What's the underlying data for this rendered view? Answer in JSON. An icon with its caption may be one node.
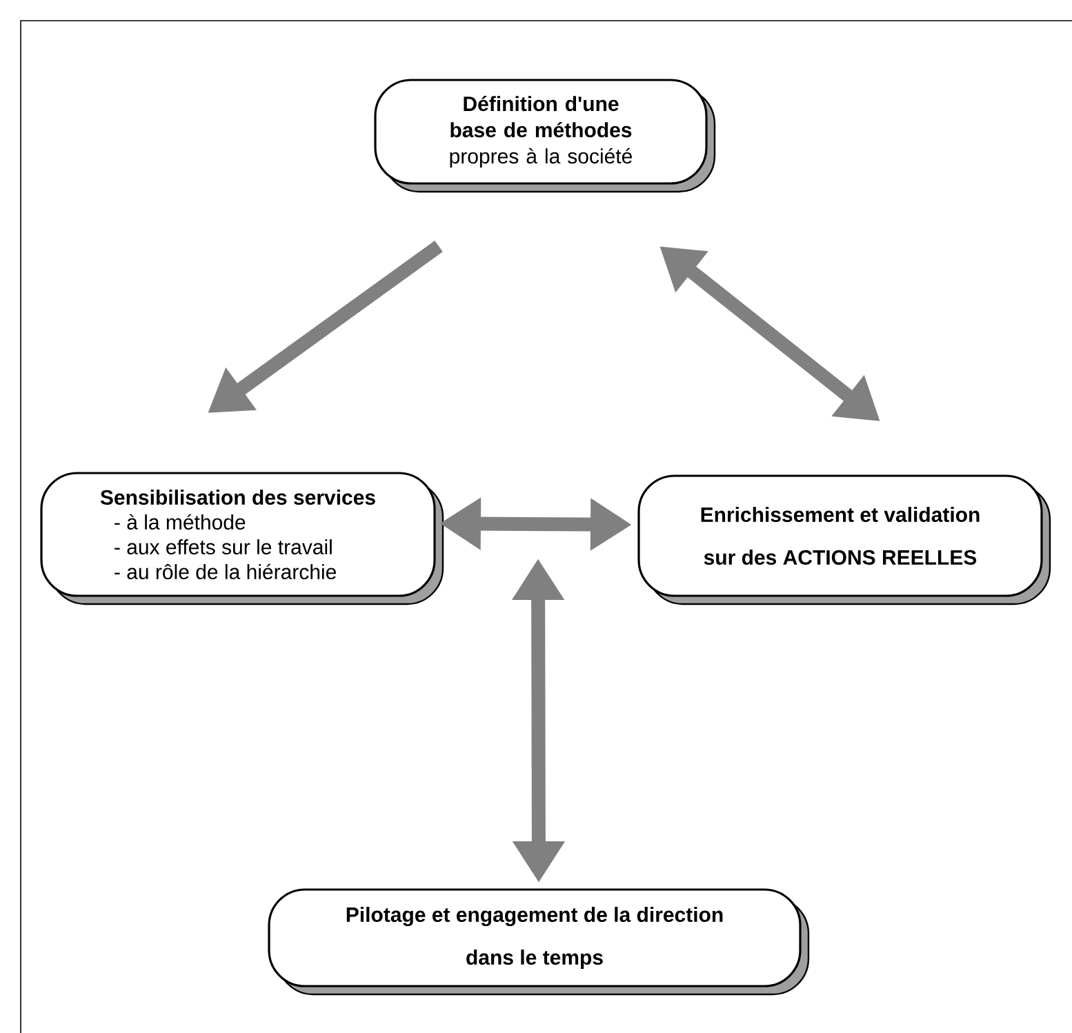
{
  "diagram": {
    "nodes": [
      {
        "text": [
          "Définition d'une base de méthodes",
          "propres à la société"
        ]
      },
      {
        "text": [
          "Sensibilisation des services",
          "- à la méthode",
          "- aux effets sur le travail",
          "- au rôle de la hiérarchie"
        ]
      },
      {
        "text": [
          "Enrichissement et validation",
          "sur des ACTIONS REELLES"
        ]
      },
      {
        "text": [
          "Pilotage et engagement de la direction",
          "dans le temps"
        ]
      }
    ],
    "edges": [
      {
        "from": 0,
        "to": 1,
        "arrow": "to"
      },
      {
        "from": 0,
        "to": 2,
        "arrow": "both"
      },
      {
        "from": 1,
        "to": 2,
        "arrow": "both"
      },
      {
        "from": null,
        "to": 3,
        "arrow": "both"
      }
    ]
  }
}
